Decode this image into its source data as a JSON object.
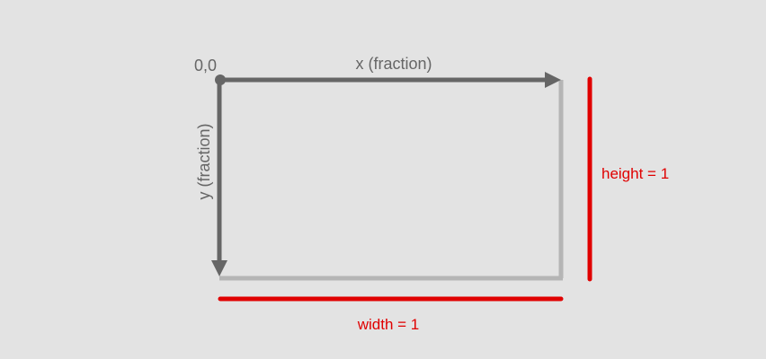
{
  "diagram": {
    "origin_label": "0,0",
    "x_axis_label": "x (fraction)",
    "y_axis_label": "y (fraction)",
    "width_label": "width = 1",
    "height_label": "height = 1"
  },
  "colors": {
    "background": "#e3e3e3",
    "axis": "#666666",
    "box_edge": "#b5b5b5",
    "measure": "#e00000"
  }
}
